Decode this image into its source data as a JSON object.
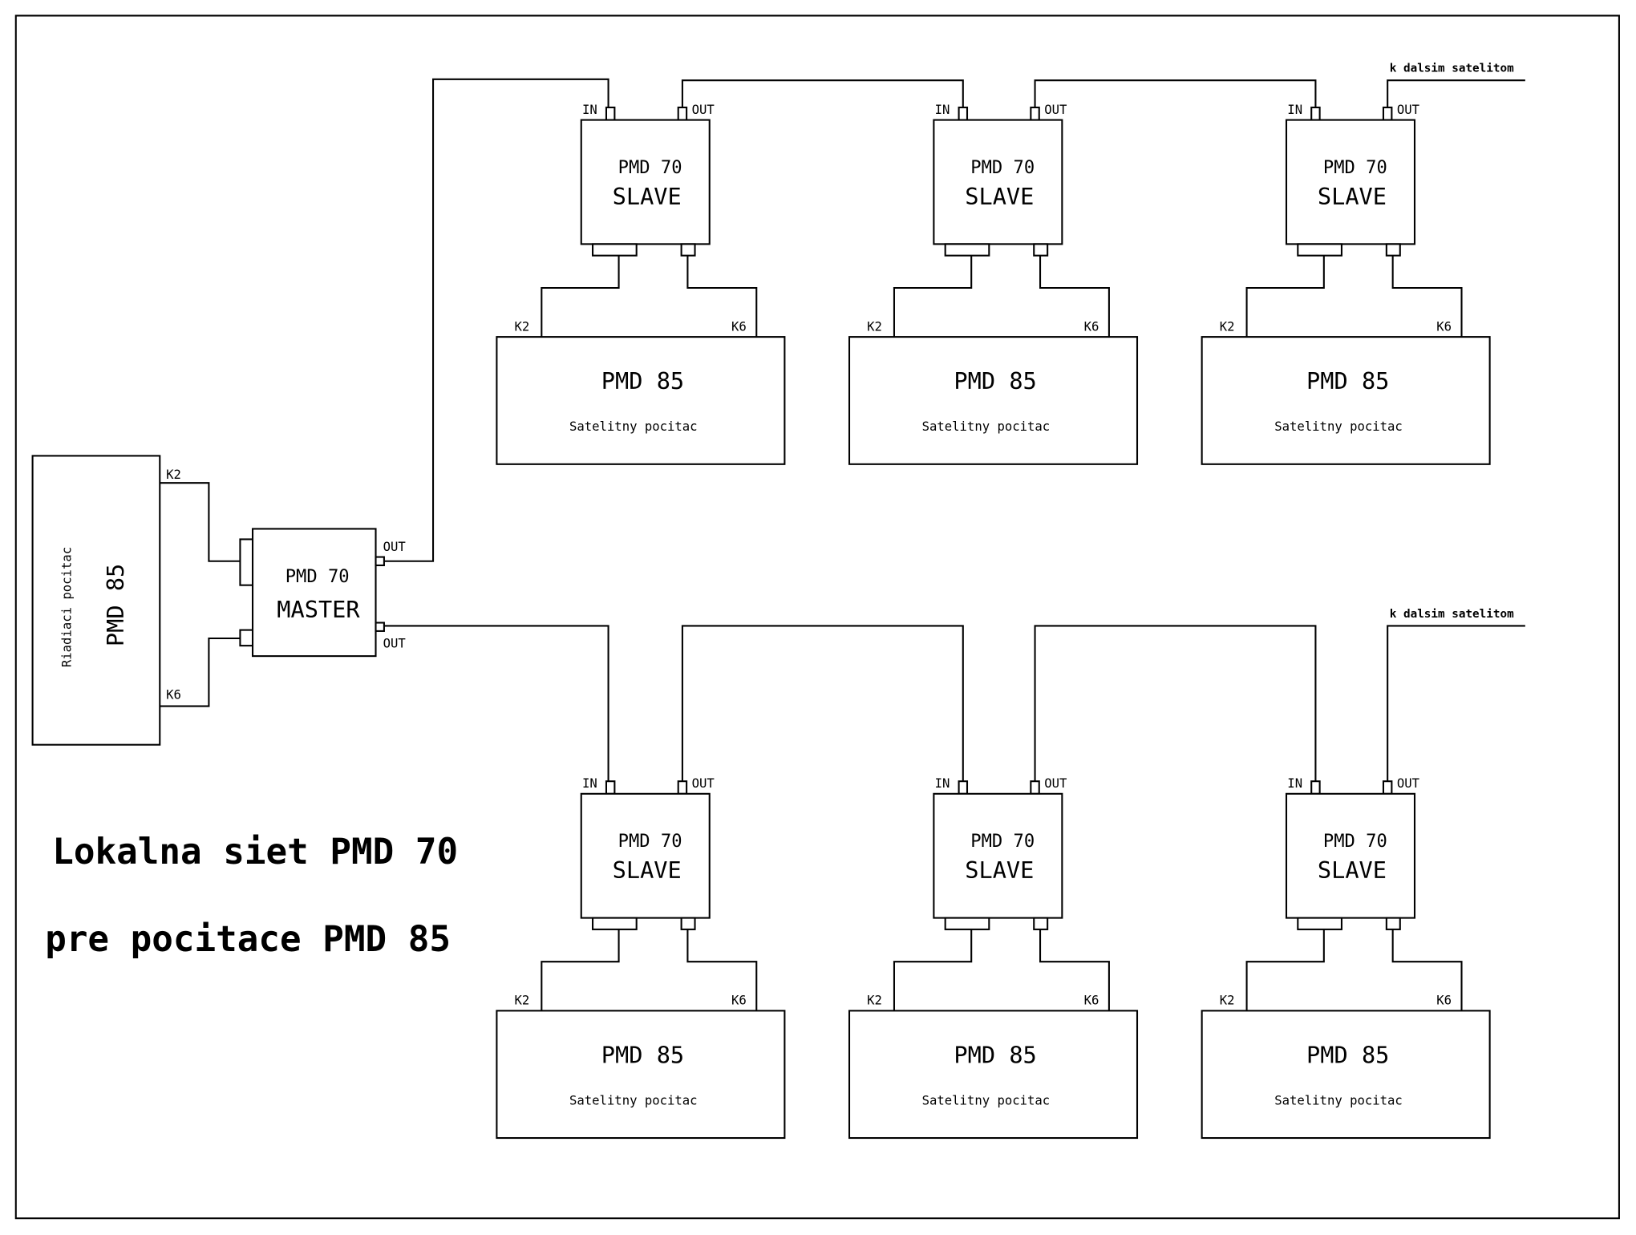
{
  "diagram": {
    "title_line1": "Lokalna siet PMD 70",
    "title_line2": "pre pocitace PMD 85",
    "controller": {
      "name": "PMD 85",
      "role": "Riadiaci pocitac",
      "port_k2": "K2",
      "port_k6": "K6"
    },
    "master": {
      "model": "PMD 70",
      "role": "MASTER",
      "out_top": "OUT",
      "out_bottom": "OUT"
    },
    "slave": {
      "model": "PMD 70",
      "role": "SLAVE",
      "in_label": "IN",
      "out_label": "OUT"
    },
    "satellite": {
      "name": "PMD 85",
      "role": "Satelitny pocitac",
      "port_k2": "K2",
      "port_k6": "K6"
    },
    "continuation_label": "k dalsim satelitom",
    "rows": [
      {
        "name": "top-chain",
        "nodes": 3
      },
      {
        "name": "bottom-chain",
        "nodes": 3
      }
    ]
  }
}
